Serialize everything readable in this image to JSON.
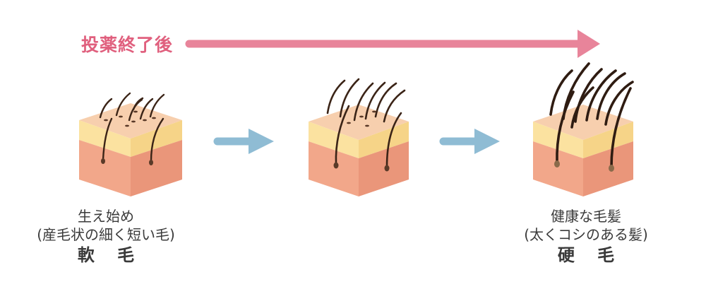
{
  "header": {
    "label": "投薬終了後"
  },
  "colors": {
    "header_arrow": "#e8849a",
    "step_arrow": "#8fbcd4",
    "skin_top": "#f5c6a0",
    "skin_middle": "#fbe2a0",
    "skin_bottom": "#f2a78a",
    "hair": "#3b2417"
  },
  "stages": [
    {
      "name": "early",
      "caption_line1": "生え始め",
      "caption_line2": "(産毛状の細く短い毛)",
      "caption_title": "軟 毛"
    },
    {
      "name": "middle"
    },
    {
      "name": "late",
      "caption_line1": "健康な毛髪",
      "caption_line2": "(太くコシのある髪)",
      "caption_title": "硬 毛"
    }
  ]
}
